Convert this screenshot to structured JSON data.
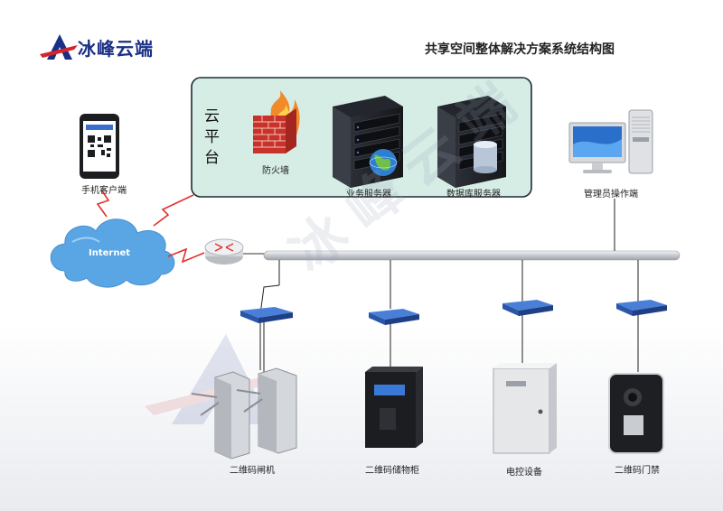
{
  "brand": {
    "name": "冰峰云端",
    "watermark": "冰峰云端"
  },
  "title": "共享空间整体解决方案系统结构图",
  "cloud_platform": {
    "label": "云平台",
    "items": [
      {
        "label": "防火墙",
        "icon": "firewall-icon"
      },
      {
        "label": "业务服务器",
        "icon": "server-globe-icon"
      },
      {
        "label": "数据库服务器",
        "icon": "server-database-icon"
      }
    ]
  },
  "nodes": {
    "mobile": "手机客户端",
    "internet": "Internet",
    "admin": "管理员操作端"
  },
  "devices": [
    {
      "label": "二维码闸机",
      "icon": "turnstile-icon"
    },
    {
      "label": "二维码储物柜",
      "icon": "locker-icon"
    },
    {
      "label": "电控设备",
      "icon": "control-box-icon"
    },
    {
      "label": "二维码门禁",
      "icon": "access-reader-icon"
    }
  ],
  "colors": {
    "brand": "#1a2f86",
    "cloud_panel": "#d8eee7",
    "cloud_panel_border": "#1b2a3a",
    "bus": "#c8ccd2",
    "lightning": "#e0312b",
    "internet_cloud": "#5ba8e4"
  }
}
